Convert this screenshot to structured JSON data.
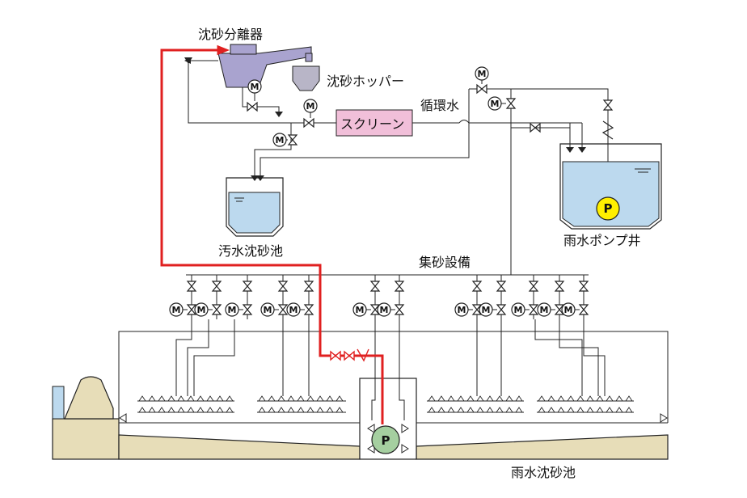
{
  "labels": {
    "separator": "沈砂分離器",
    "hopper": "沈砂ホッパー",
    "screen": "スクリーン",
    "recirc": "循環水",
    "sewage_basin": "汚水沈砂池",
    "rain_pump_well": "雨水ポンプ井",
    "collection": "集砂設備",
    "rain_basin": "雨水沈砂池",
    "motor": "M",
    "pump": "P"
  },
  "colors": {
    "line": "#222222",
    "highlight": "#e02020",
    "separator": "#a9a3cf",
    "hopper": "#b8b5c7",
    "screen": "#f1bfd9",
    "water": "#bcd9ee",
    "concrete": "#e7ddb8",
    "pump_yellow": "#ffef00",
    "pump_green": "#a5cfa0"
  }
}
